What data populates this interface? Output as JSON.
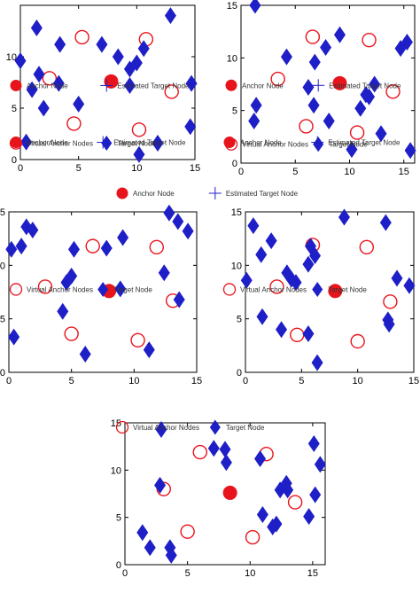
{
  "figure": {
    "legend_labels": {
      "virtual_anchor": "Virtual Anchor Nodes",
      "anchor": "Anchor Node",
      "target": "Target Node",
      "estimated": "Estimated Target Node"
    },
    "colors": {
      "anchor": "#e8141c",
      "target": "#1f1fc8",
      "axes": "#000000"
    }
  },
  "chart_data": [
    {
      "type": "scatter",
      "title": "",
      "xlabel": "",
      "ylabel": "",
      "xlim": [
        0,
        15
      ],
      "ylim": [
        0,
        15
      ],
      "xticks": [
        0,
        5,
        10,
        15
      ],
      "yticks": [
        0,
        5,
        10
      ],
      "grid": false,
      "legend_position": "below",
      "series": [
        {
          "name": "Virtual Anchor Nodes",
          "marker": "open-circle",
          "points": [
            [
              5.3,
              11.9
            ],
            [
              10.8,
              11.7
            ],
            [
              2.5,
              7.9
            ],
            [
              4.6,
              3.5
            ],
            [
              10.2,
              2.9
            ],
            [
              13.0,
              6.6
            ]
          ]
        },
        {
          "name": "Anchor Node",
          "marker": "filled-circle",
          "points": [
            [
              7.8,
              7.6
            ]
          ]
        },
        {
          "name": "Target Node",
          "marker": "diamond",
          "points": [
            [
              1.4,
              12.8
            ],
            [
              3.4,
              11.2
            ],
            [
              7.0,
              11.2
            ],
            [
              8.4,
              10.0
            ],
            [
              9.4,
              8.8
            ],
            [
              10.0,
              9.4
            ],
            [
              10.6,
              10.8
            ],
            [
              12.9,
              14.0
            ],
            [
              0.0,
              9.6
            ],
            [
              1.6,
              8.3
            ],
            [
              3.3,
              7.4
            ],
            [
              1.0,
              6.8
            ],
            [
              2.0,
              5.0
            ],
            [
              5.0,
              5.4
            ],
            [
              9.4,
              7.2
            ],
            [
              14.7,
              7.4
            ],
            [
              14.6,
              3.2
            ],
            [
              0.5,
              1.7
            ],
            [
              11.8,
              1.6
            ],
            [
              10.2,
              0.5
            ]
          ]
        }
      ]
    },
    {
      "type": "scatter",
      "title": "",
      "xlabel": "",
      "ylabel": "",
      "xlim": [
        0,
        16
      ],
      "ylim": [
        0,
        15
      ],
      "xticks": [
        0,
        5,
        10,
        15
      ],
      "yticks": [
        0,
        5,
        10,
        15
      ],
      "grid": false,
      "legend_position": "below",
      "series": [
        {
          "name": "Virtual Anchor Nodes",
          "marker": "open-circle",
          "points": [
            [
              6.6,
              12.0
            ],
            [
              11.8,
              11.7
            ],
            [
              3.4,
              8.0
            ],
            [
              14.0,
              6.8
            ],
            [
              6.0,
              3.5
            ],
            [
              10.7,
              2.9
            ]
          ]
        },
        {
          "name": "Anchor Node",
          "marker": "filled-circle",
          "points": [
            [
              9.1,
              7.6
            ]
          ]
        },
        {
          "name": "Target Node",
          "marker": "diamond",
          "points": [
            [
              1.3,
              15.0
            ],
            [
              7.8,
              11.0
            ],
            [
              9.1,
              12.2
            ],
            [
              15.3,
              11.5
            ],
            [
              14.7,
              10.9
            ],
            [
              4.2,
              10.1
            ],
            [
              6.8,
              9.6
            ],
            [
              6.2,
              7.2
            ],
            [
              11.5,
              6.5
            ],
            [
              11.8,
              6.3
            ],
            [
              12.3,
              7.5
            ],
            [
              6.7,
              5.5
            ],
            [
              1.4,
              5.5
            ],
            [
              1.2,
              4.0
            ],
            [
              11.0,
              5.2
            ],
            [
              8.1,
              4.0
            ],
            [
              10.2,
              1.3
            ],
            [
              12.9,
              2.8
            ],
            [
              15.6,
              1.2
            ]
          ]
        }
      ]
    },
    {
      "type": "scatter",
      "title": "",
      "xlabel": "",
      "ylabel": "",
      "xlim": [
        0,
        15
      ],
      "ylim": [
        0,
        15
      ],
      "xticks": [
        0,
        5,
        10,
        15
      ],
      "yticks": [
        0,
        5,
        10,
        15
      ],
      "grid": false,
      "legend_position": "below",
      "series": [
        {
          "name": "Virtual Anchor Nodes",
          "marker": "open-circle",
          "points": [
            [
              6.7,
              11.8
            ],
            [
              11.8,
              11.7
            ],
            [
              2.9,
              8.0
            ],
            [
              13.1,
              6.7
            ],
            [
              5.0,
              3.6
            ],
            [
              10.3,
              3.0
            ]
          ]
        },
        {
          "name": "Anchor Node",
          "marker": "filled-circle",
          "points": [
            [
              8.0,
              7.6
            ]
          ]
        },
        {
          "name": "Target Node",
          "marker": "diamond",
          "points": [
            [
              1.4,
              13.6
            ],
            [
              1.9,
              13.3
            ],
            [
              0.2,
              11.5
            ],
            [
              1.0,
              11.8
            ],
            [
              5.2,
              11.5
            ],
            [
              7.8,
              11.6
            ],
            [
              9.1,
              12.6
            ],
            [
              12.8,
              14.9
            ],
            [
              13.5,
              14.1
            ],
            [
              14.3,
              13.2
            ],
            [
              12.4,
              9.3
            ],
            [
              5.0,
              9.0
            ],
            [
              4.6,
              8.4
            ],
            [
              8.9,
              7.8
            ],
            [
              4.3,
              5.7
            ],
            [
              13.6,
              6.8
            ],
            [
              0.4,
              3.3
            ],
            [
              6.1,
              1.7
            ],
            [
              11.2,
              2.1
            ]
          ]
        }
      ]
    },
    {
      "type": "scatter",
      "title": "",
      "xlabel": "",
      "ylabel": "",
      "xlim": [
        0,
        15
      ],
      "ylim": [
        0,
        15
      ],
      "xticks": [
        0,
        5,
        10,
        15
      ],
      "yticks": [
        0,
        5,
        10,
        15
      ],
      "grid": false,
      "legend_position": "below",
      "series": [
        {
          "name": "Virtual Anchor Nodes",
          "marker": "open-circle",
          "points": [
            [
              6.0,
              11.9
            ],
            [
              10.8,
              11.7
            ],
            [
              2.8,
              8.0
            ],
            [
              12.9,
              6.6
            ],
            [
              4.6,
              3.5
            ],
            [
              10.0,
              2.9
            ]
          ]
        },
        {
          "name": "Anchor Node",
          "marker": "filled-circle",
          "points": [
            [
              8.0,
              7.6
            ]
          ]
        },
        {
          "name": "Target Node",
          "marker": "diamond",
          "points": [
            [
              0.7,
              13.7
            ],
            [
              1.4,
              11.0
            ],
            [
              2.3,
              12.3
            ],
            [
              5.8,
              11.8
            ],
            [
              8.8,
              14.5
            ],
            [
              12.5,
              14.0
            ],
            [
              0.1,
              8.6
            ],
            [
              3.7,
              9.3
            ],
            [
              5.6,
              10.1
            ],
            [
              6.2,
              10.9
            ],
            [
              13.5,
              8.8
            ],
            [
              14.6,
              8.1
            ],
            [
              4.5,
              8.4
            ],
            [
              1.5,
              5.2
            ],
            [
              3.2,
              4.0
            ],
            [
              5.6,
              3.6
            ],
            [
              4.1,
              8.7
            ],
            [
              12.8,
              4.5
            ],
            [
              12.7,
              4.9
            ],
            [
              6.4,
              0.9
            ]
          ]
        }
      ]
    },
    {
      "type": "scatter",
      "title": "",
      "xlabel": "",
      "ylabel": "",
      "xlim": [
        0,
        16
      ],
      "ylim": [
        0,
        15
      ],
      "xticks": [
        0,
        5,
        10,
        15
      ],
      "yticks": [
        0,
        5,
        10,
        15
      ],
      "grid": false,
      "legend_position": "below",
      "series": [
        {
          "name": "Virtual Anchor Nodes",
          "marker": "open-circle",
          "points": [
            [
              6.0,
              11.9
            ],
            [
              11.3,
              11.7
            ],
            [
              3.1,
              8.0
            ],
            [
              13.6,
              6.6
            ],
            [
              5.0,
              3.5
            ],
            [
              10.2,
              2.9
            ]
          ]
        },
        {
          "name": "Anchor Node",
          "marker": "filled-circle",
          "points": [
            [
              8.4,
              7.6
            ]
          ]
        },
        {
          "name": "Target Node",
          "marker": "diamond",
          "points": [
            [
              2.9,
              14.3
            ],
            [
              7.1,
              12.3
            ],
            [
              8.0,
              12.2
            ],
            [
              10.8,
              11.2
            ],
            [
              15.1,
              12.8
            ],
            [
              15.6,
              10.6
            ],
            [
              8.1,
              10.8
            ],
            [
              2.8,
              8.4
            ],
            [
              12.4,
              7.9
            ],
            [
              13.0,
              7.9
            ],
            [
              12.9,
              8.6
            ],
            [
              15.2,
              7.4
            ],
            [
              11.0,
              5.3
            ],
            [
              12.1,
              4.3
            ],
            [
              11.8,
              4.0
            ],
            [
              14.7,
              5.1
            ],
            [
              1.4,
              3.4
            ],
            [
              2.0,
              1.8
            ],
            [
              3.6,
              1.8
            ],
            [
              3.7,
              1.0
            ]
          ]
        }
      ]
    }
  ]
}
